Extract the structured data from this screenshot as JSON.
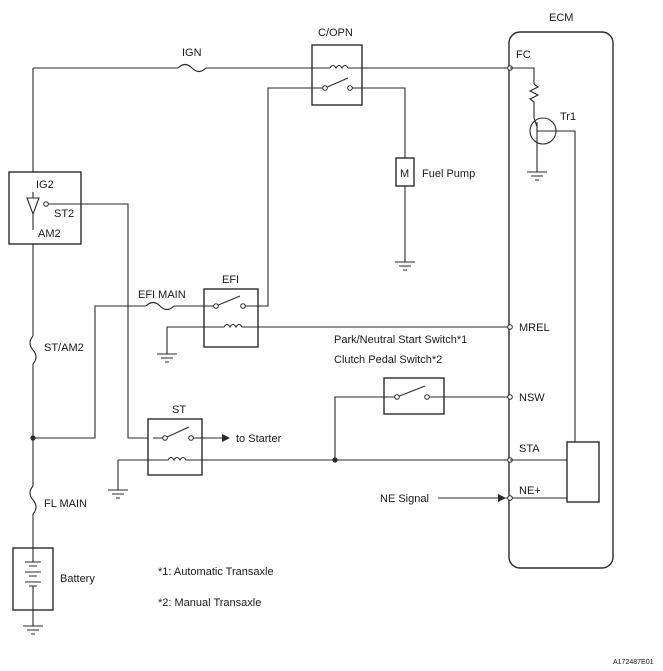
{
  "ecm": {
    "title": "ECM",
    "fc": "FC",
    "tr1": "Tr1",
    "mrel": "MREL",
    "nsw": "NSW",
    "sta": "STA",
    "ne_plus": "NE+"
  },
  "relays": {
    "copn": "C/OPN",
    "efi": "EFI",
    "st": "ST"
  },
  "fuses": {
    "ign": "IGN",
    "efi_main": "EFI MAIN",
    "st_am2": "ST/AM2",
    "fl_main": "FL MAIN"
  },
  "ignition_switch": {
    "ig2": "IG2",
    "st2": "ST2",
    "am2": "AM2"
  },
  "components": {
    "fuel_pump": "Fuel Pump",
    "motor_symbol": "M",
    "battery": "Battery",
    "to_starter": "to Starter",
    "ne_signal": "NE Signal",
    "park_neutral": "Park/Neutral Start Switch*1",
    "clutch_pedal": "Clutch Pedal Switch*2"
  },
  "notes": {
    "note1": "*1: Automatic Transaxle",
    "note2": "*2: Manual Transaxle"
  },
  "figure_id": "A172487E01"
}
